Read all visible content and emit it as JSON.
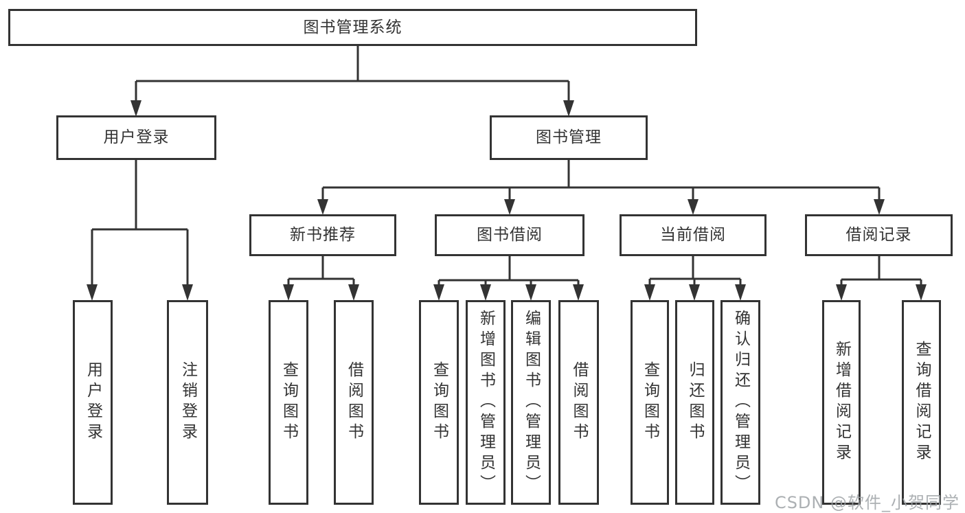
{
  "diagram_type": "hierarchy",
  "tree": {
    "label": "图书管理系统",
    "children": [
      {
        "label": "用户登录",
        "children": [
          {
            "label": "用户登录"
          },
          {
            "label": "注销登录"
          }
        ]
      },
      {
        "label": "图书管理",
        "children": [
          {
            "label": "新书推荐",
            "children": [
              {
                "label": "查询图书"
              },
              {
                "label": "借阅图书"
              }
            ]
          },
          {
            "label": "图书借阅",
            "children": [
              {
                "label": "查询图书"
              },
              {
                "label": "新增图书（管理员）"
              },
              {
                "label": "编辑图书（管理员）"
              },
              {
                "label": "借阅图书"
              }
            ]
          },
          {
            "label": "当前借阅",
            "children": [
              {
                "label": "查询图书"
              },
              {
                "label": "归还图书"
              },
              {
                "label": "确认归还（管理员）"
              }
            ]
          },
          {
            "label": "借阅记录",
            "children": [
              {
                "label": "新增借阅记录"
              },
              {
                "label": "查询借阅记录"
              }
            ]
          }
        ]
      }
    ]
  },
  "watermark": "CSDN @软件_小贺同学",
  "colors": {
    "line": "#333333",
    "box_border": "#333333",
    "text": "#333333",
    "background": "#ffffff",
    "watermark": "#9ea2a6"
  }
}
